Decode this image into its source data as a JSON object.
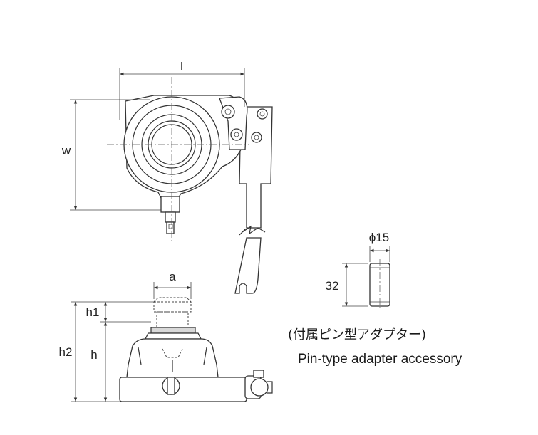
{
  "dimensions": {
    "length": "l",
    "width": "w",
    "a": "a",
    "h1": "h1",
    "h2": "h2",
    "h": "h",
    "pin_diameter": "ϕ15",
    "pin_length": "32"
  },
  "caption": {
    "japanese": "(付属ピン型アダプター)",
    "english": "Pin-type adapter accessory"
  }
}
